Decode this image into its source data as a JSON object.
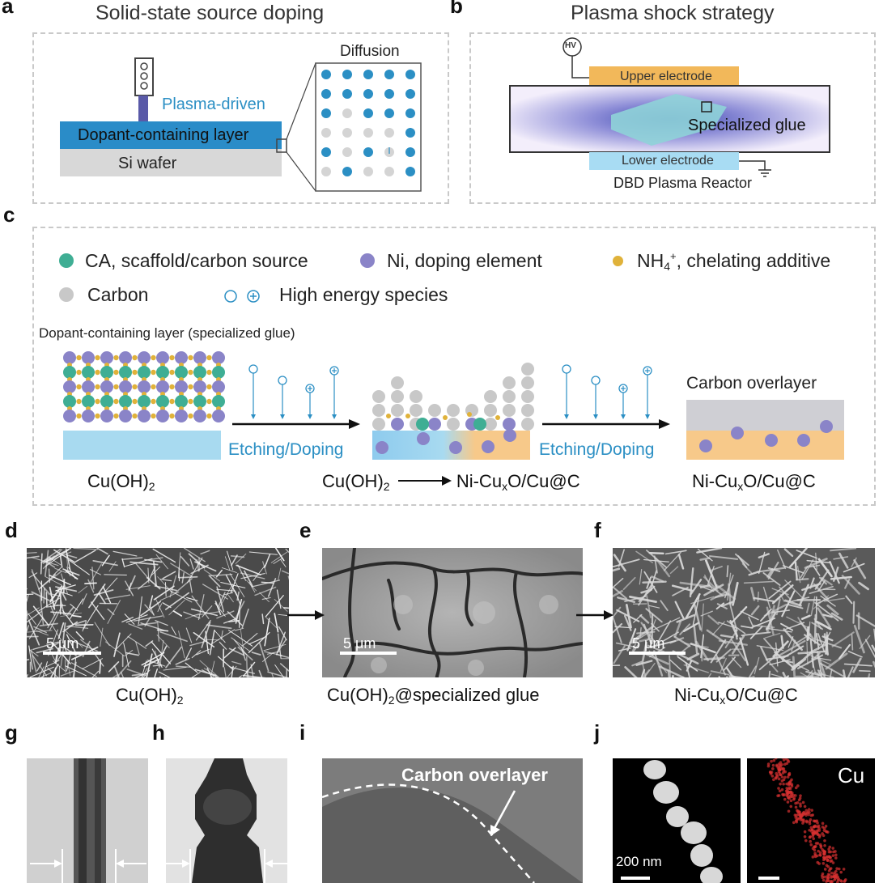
{
  "panels": {
    "a": {
      "label": "a",
      "title": "Solid-state source doping",
      "plasma_driven": "Plasma-driven",
      "dopant_layer": "Dopant-containing layer",
      "si_wafer": "Si wafer",
      "diffusion": "Diffusion"
    },
    "b": {
      "label": "b",
      "title": "Plasma shock strategy",
      "hv": "HV",
      "upper_electrode": "Upper electrode",
      "specialized_glue": "Specialized glue",
      "lower_electrode": "Lower electrode",
      "reactor": "DBD Plasma Reactor"
    },
    "c": {
      "label": "c",
      "legend": {
        "ca": "CA, scaffold/carbon source",
        "ni": "Ni, doping element",
        "nh4_prefix": "NH",
        "nh4_sub": "4",
        "nh4_sup": "+",
        "nh4_suffix": ", chelating additive",
        "carbon": "Carbon",
        "high_energy": "High energy species"
      },
      "dopant_label": "Dopant-containing layer (specialized glue)",
      "etching1": "Etching/Doping",
      "etching2": "Etching/Doping",
      "carbon_overlayer": "Carbon overlayer",
      "cap1_a": "Cu(OH)",
      "cap1_sub": "2",
      "cap2_a": "Cu(OH)",
      "cap2_sub": "2",
      "cap2_b": "Ni-Cu",
      "cap2_subx": "x",
      "cap2_c": "O/Cu@C",
      "cap3_a": "Ni-Cu",
      "cap3_subx": "x",
      "cap3_b": "O/Cu@C"
    },
    "d": {
      "label": "d",
      "scale": "5 μm",
      "cap_a": "Cu(OH)",
      "cap_sub": "2"
    },
    "e": {
      "label": "e",
      "scale": "5 μm",
      "cap_a": "Cu(OH)",
      "cap_sub": "2",
      "cap_b": "@specialized glue"
    },
    "f": {
      "label": "f",
      "scale": "5 μm",
      "cap_a": "Ni-Cu",
      "cap_subx": "x",
      "cap_b": "O/Cu@C"
    },
    "g": {
      "label": "g"
    },
    "h": {
      "label": "h"
    },
    "i": {
      "label": "i",
      "carbon_overlayer": "Carbon overlayer"
    },
    "j": {
      "label": "j",
      "scale": "200 nm",
      "element": "Cu"
    }
  },
  "colors": {
    "teal": "#3fae94",
    "purple": "#8a84c8",
    "gold": "#e0b23a",
    "grey": "#c8c8c8",
    "blue": "#2b8fc4",
    "orange": "#f7c98a",
    "red": "#d63030"
  }
}
